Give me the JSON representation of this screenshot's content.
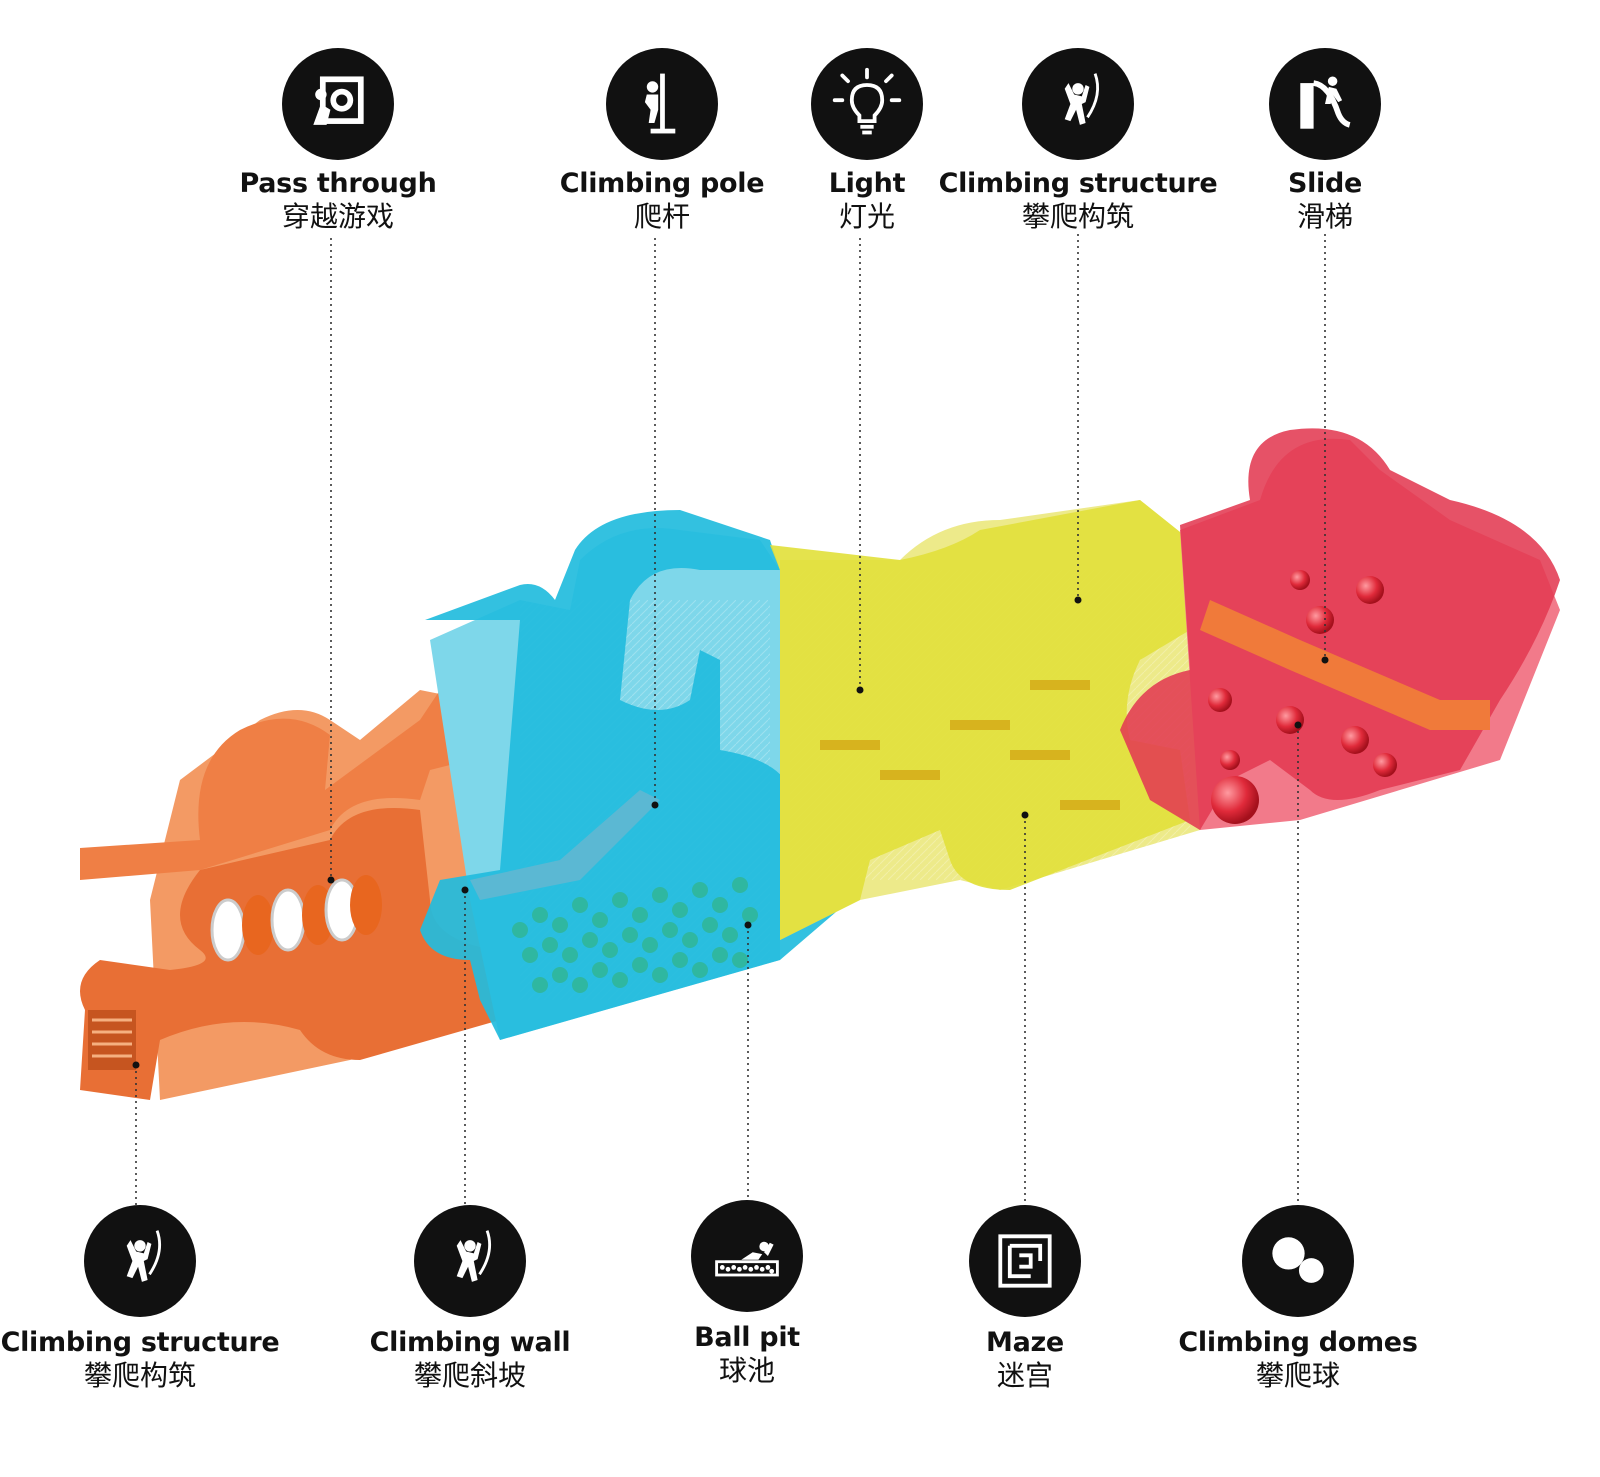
{
  "colors": {
    "orange": "#F0874F",
    "blue": "#2CC3E0",
    "yellow": "#E6E54A",
    "red": "#E94560",
    "badge": "#111111",
    "balls": "#2FB7A0"
  },
  "top_callouts": [
    {
      "en": "Pass through",
      "zh": "穿越游戏",
      "icon": "pass-through-icon"
    },
    {
      "en": "Climbing pole",
      "zh": "爬杆",
      "icon": "climbing-pole-icon"
    },
    {
      "en": "Light",
      "zh": "灯光",
      "icon": "light-bulb-icon"
    },
    {
      "en": "Climbing structure",
      "zh": "攀爬构筑",
      "icon": "climber-icon"
    },
    {
      "en": "Slide",
      "zh": "滑梯",
      "icon": "slide-icon"
    }
  ],
  "bottom_callouts": [
    {
      "en": "Climbing structure",
      "zh": "攀爬构筑",
      "icon": "climber-icon"
    },
    {
      "en": "Climbing wall",
      "zh": "攀爬斜坡",
      "icon": "climbing-wall-icon"
    },
    {
      "en": "Ball pit",
      "zh": "球池",
      "icon": "ball-pit-icon"
    },
    {
      "en": "Maze",
      "zh": "迷宫",
      "icon": "maze-icon"
    },
    {
      "en": "Climbing domes",
      "zh": "攀爬球",
      "icon": "climbing-domes-icon"
    }
  ]
}
